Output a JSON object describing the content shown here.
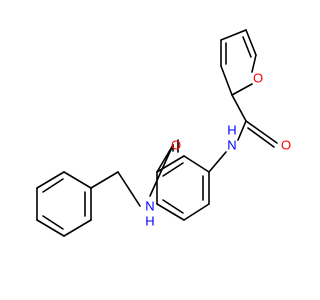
{
  "colors": {
    "bond": "#000000",
    "oxygen": "#ff0000",
    "nitrogen": "#0000ff",
    "background": "#ffffff"
  },
  "atoms": {
    "furan_oxygen": {
      "symbol": "O",
      "color": "#ff0000"
    },
    "carbonyl_oxygen_1": {
      "symbol": "O",
      "color": "#ff0000"
    },
    "amide_nitrogen_1": {
      "symbol": "N",
      "color": "#0000ff"
    },
    "amide_h_1": {
      "symbol": "H",
      "color": "#0000ff"
    },
    "carbonyl_oxygen_2": {
      "symbol": "O",
      "color": "#ff0000"
    },
    "amide_nitrogen_2": {
      "symbol": "N",
      "color": "#0000ff"
    },
    "amide_h_2": {
      "symbol": "H",
      "color": "#0000ff"
    }
  }
}
